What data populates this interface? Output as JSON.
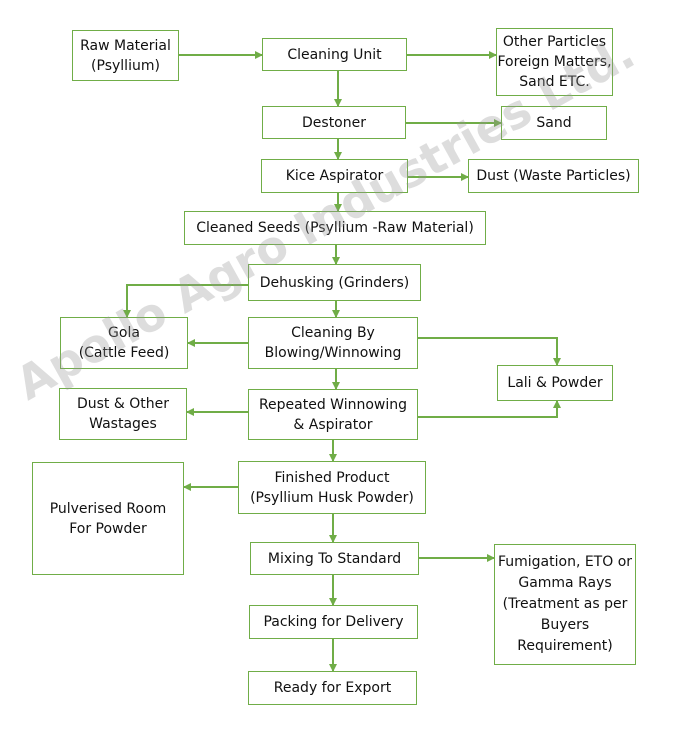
{
  "watermark": "Apollo Agro Industries Ltd.",
  "colors": {
    "border": "#70ad47",
    "arrow": "#70ad47"
  },
  "nodes": {
    "raw_material": "Raw Material\n(Psyllium)",
    "cleaning_unit": "Cleaning Unit",
    "other_particles": "Other Particles\nForeign Matters,\nSand ETC.",
    "destoner": "Destoner",
    "sand": "Sand",
    "kice_aspirator": "Kice Aspirator",
    "dust_waste": "Dust (Waste Particles)",
    "cleaned_seeds": "Cleaned Seeds (Psyllium -Raw Material)",
    "dehusking": "Dehusking (Grinders)",
    "gola": "Gola\n(Cattle Feed)",
    "cleaning_blowing": "Cleaning By\nBlowing/Winnowing",
    "lali_powder": "Lali & Powder",
    "dust_other": "Dust & Other\nWastages",
    "repeated_winnowing": "Repeated Winnowing\n& Aspirator",
    "finished_product": "Finished Product\n(Psyllium Husk Powder)",
    "pulverised_room": "Pulverised Room\nFor Powder",
    "mixing": "Mixing To Standard",
    "fumigation": "Fumigation, ETO or\nGamma Rays\n(Treatment as per\nBuyers\nRequirement)",
    "packing": "Packing for Delivery",
    "ready_export": "Ready for Export"
  }
}
